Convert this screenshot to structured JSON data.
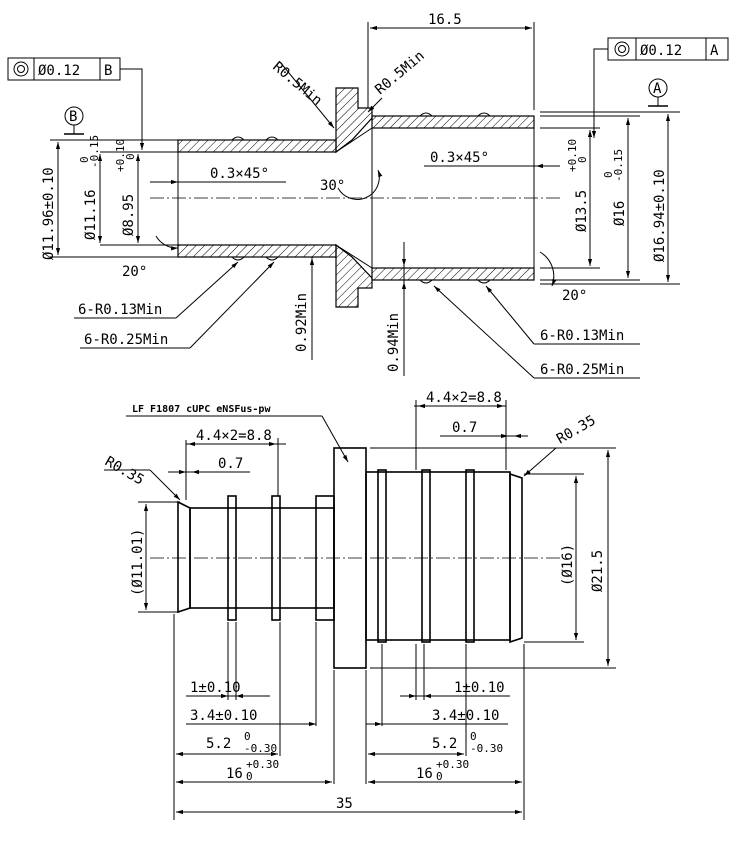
{
  "top_view": {
    "gdt_left": {
      "symbol": "◎",
      "tolerance": "Ø0.12",
      "datum": "B"
    },
    "gdt_right": {
      "symbol": "◎",
      "tolerance": "Ø0.12",
      "datum": "A"
    },
    "datum_b": "B",
    "datum_a": "A",
    "dim_16_5": "16.5",
    "r_left": "R0.5Min",
    "r_right": "R0.5Min",
    "chamfer_left": "0.3×45°",
    "chamfer_right": "0.3×45°",
    "angle_30": "30°",
    "angle_20_left": "20°",
    "angle_20_right": "20°",
    "d_11_96": "Ø11.96±0.10",
    "d_11_16": "Ø11.16",
    "d_11_16_tol": "-0.15",
    "d_8_95": "Ø8.95",
    "d_8_95_tol": "+0.10",
    "d_13_5": "Ø13.5",
    "d_13_5_tol": "+0.10",
    "d_16": "Ø16",
    "d_16_tol": "-0.15",
    "d_16_94": "Ø16.94±0.10",
    "tol_zero": "0",
    "r013_left": "6-R0.13Min",
    "r025_left": "6-R0.25Min",
    "r013_right": "6-R0.13Min",
    "r025_right": "6-R0.25Min",
    "min_092": "0.92Min",
    "min_094": "0.94Min"
  },
  "bottom_view": {
    "marking": "LF  F1807 cUPC  eNSFus-pw",
    "pitch_left": "4.4×2=8.8",
    "pitch_right": "4.4×2=8.8",
    "w07_left": "0.7",
    "w07_right": "0.7",
    "r035_left": "R0.35",
    "r035_right": "R0.35",
    "d_11_01": "(Ø11.01)",
    "d_16_ref": "(Ø16)",
    "d_21_5": "Ø21.5",
    "dim_1_left": "1±0.10",
    "dim_1_right": "1±0.10",
    "dim_34_left": "3.4±0.10",
    "dim_34_right": "3.4±0.10",
    "dim_52_left": "5.2",
    "dim_52_right": "5.2",
    "dim_52_tol": "-0.30",
    "dim_16_left": "16",
    "dim_16_right": "16",
    "dim_16_tol": "+0.30",
    "tol_zero": "0",
    "dim_35": "35"
  }
}
